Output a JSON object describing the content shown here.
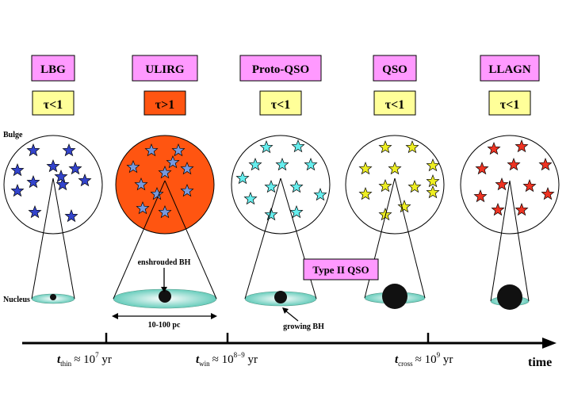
{
  "stages": [
    {
      "label": "LBG",
      "tau": "τ<1",
      "tau_color": "#ffff99",
      "bulge_fill": "#ffffff",
      "star_color": "#3344cc",
      "bh_size": "small"
    },
    {
      "label": "ULIRG",
      "tau": "τ>1",
      "tau_color": "#ff5511",
      "bulge_fill": "#ff5511",
      "star_color": "#7799dd",
      "bh_size": "medium"
    },
    {
      "label": "Proto-QSO",
      "tau": "τ<1",
      "tau_color": "#ffff99",
      "bulge_fill": "#ffffff",
      "star_color": "#66eeee",
      "bh_size": "medium"
    },
    {
      "label": "QSO",
      "tau": "τ<1",
      "tau_color": "#ffff99",
      "bulge_fill": "#ffffff",
      "star_color": "#eeee22",
      "bh_size": "large"
    },
    {
      "label": "LLAGN",
      "tau": "τ<1",
      "tau_color": "#ffff99",
      "bulge_fill": "#ffffff",
      "star_color": "#ee3322",
      "bh_size": "large"
    }
  ],
  "label_box_color": "#ff99ff",
  "disk_color": "#66ccbb",
  "bh_color": "#111111",
  "labels": {
    "bulge": "Bulge",
    "nucleus": "Nucleus",
    "enshrouded_bh": "enshrouded BH",
    "scale": "10-100 pc",
    "growing_bh": "growing BH",
    "type2": "Type II QSO"
  },
  "timeline": {
    "t_thin_sym": "t",
    "t_thin_sub": "thin",
    "t_thin_rel": "≈ 10",
    "t_thin_exp": "7",
    "t_thin_unit": " yr",
    "t_win_sym": "t",
    "t_win_sub": "win",
    "t_win_rel": "≈ 10",
    "t_win_exp": "8−9",
    "t_win_unit": " yr",
    "t_cross_sym": "t",
    "t_cross_sub": "cross",
    "t_cross_rel": "≈ 10",
    "t_cross_exp": "9",
    "t_cross_unit": " yr",
    "axis_label": "time"
  }
}
